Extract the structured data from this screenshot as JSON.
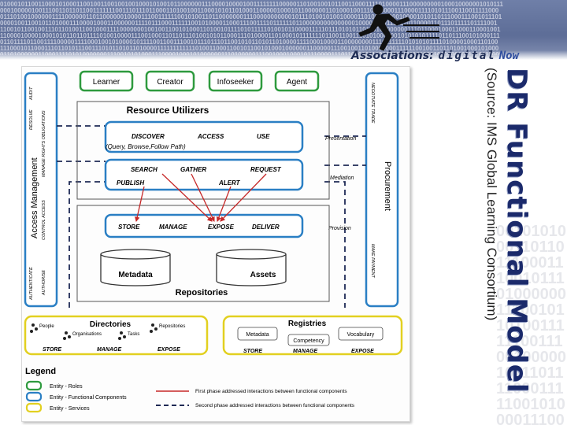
{
  "header": {
    "tagline_part1": "Associations:",
    "tagline_part2": "digital",
    "tagline_part3": "Now"
  },
  "slide": {
    "title": "DR Functional Model",
    "subtitle": "(Source: IMS Global Learning Consortium)"
  },
  "diagram": {
    "roles": [
      "Learner",
      "Creator",
      "Infoseeker",
      "Agent"
    ],
    "resource_utilizers": "Resource  Utilizers",
    "discover": "DISCOVER",
    "access": "ACCESS",
    "use": "USE",
    "query_note": "(Query, Browse,Follow Path)",
    "search": "SEARCH",
    "gather": "GATHER",
    "request": "REQUEST",
    "publish": "PUBLISH",
    "alert": "ALERT",
    "store": "STORE",
    "manage": "MANAGE",
    "expose": "EXPOSE",
    "deliver": "DELIVER",
    "metadata": "Metadata",
    "assets": "Assets",
    "repositories": "Repositories",
    "presentation": "Presentation",
    "mediation": "Mediation",
    "provision": "Provision",
    "access_management": "Access Management",
    "left_small": [
      "RESOLVE",
      "AUDIT",
      "MANAGE  RIGHTS  OBLIGATIONS",
      "CONTROL ACCESS",
      "AUTHENTICATE",
      "AUTHORISE"
    ],
    "procurement": "Procurement",
    "negotiate_trade": "NEGOTIATE  TRADE",
    "make_payment": "MAKE  PAYMENT",
    "directories": "Directories",
    "dir_items": [
      "People",
      "Organisations",
      "Tasks",
      "Repositories"
    ],
    "dir_ops": [
      "STORE",
      "MANAGE",
      "EXPOSE"
    ],
    "registries": "Registries",
    "reg_items": [
      "Metadata",
      "Competency",
      "Vocabulary"
    ],
    "reg_ops": [
      "STORE",
      "MANAGE",
      "EXPOSE"
    ],
    "legend_title": "Legend",
    "legend_entries": [
      "Entity - Roles",
      "Entity - Functional Components",
      "Entity - Services"
    ],
    "legend_line1": "First phase addressed interactions between functional components",
    "legend_line2": "Second phase addressed interactions between functional components"
  },
  "colors": {
    "roles": "#2e9a3e",
    "components": "#2a7fc4",
    "services": "#e2d020",
    "arrow": "#c62828",
    "title": "#1b2a6b",
    "banner": "#5d6d97"
  }
}
